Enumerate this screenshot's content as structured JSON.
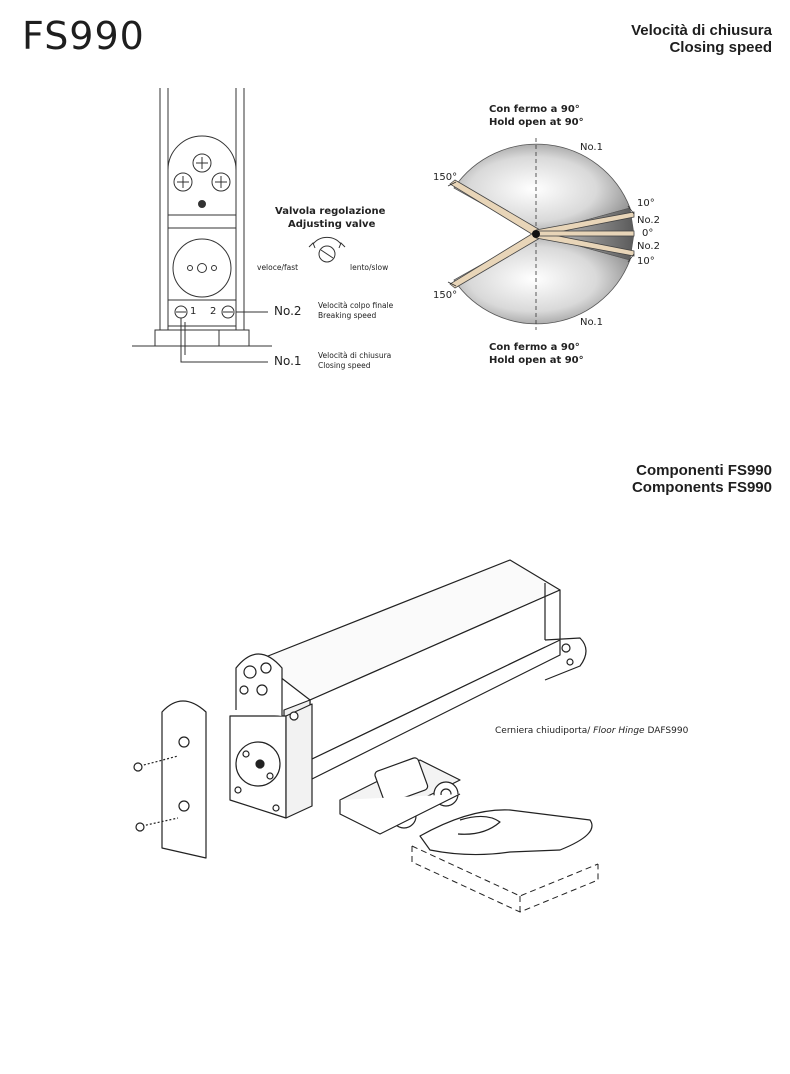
{
  "header": {
    "model": "FS990",
    "speed_it": "Velocità di chiusura",
    "speed_en": "Closing speed"
  },
  "valve": {
    "title_it": "Valvola regolazione",
    "title_en": "Adjusting valve",
    "fast": "veloce/fast",
    "slow": "lento/slow",
    "screw1": "1",
    "screw2": "2"
  },
  "callouts": {
    "no2": "No.2",
    "no2_it": "Velocità colpo finale",
    "no2_en": "Breaking speed",
    "no1": "No.1",
    "no1_it": "Velocità di chiusura",
    "no1_en": "Closing speed"
  },
  "angles": {
    "hold_top_it": "Con fermo a 90°",
    "hold_top_en": "Hold open at 90°",
    "hold_bot_it": "Con fermo a 90°",
    "hold_bot_en": "Hold open at 90°",
    "a150_top": "150°",
    "a150_bot": "150°",
    "no1_top": "No.1",
    "no1_bot": "No.1",
    "a10_top": "10°",
    "no2_top": "No.2",
    "a0": "0°",
    "no2_bot": "No.2",
    "a10_bot": "10°"
  },
  "components": {
    "title_it": "Componenti FS990",
    "title_en": "Components FS990",
    "hinge_prefix": "Cerniera chiudiporta/ ",
    "hinge_italic": "Floor Hinge",
    "hinge_code": " DAFS990"
  }
}
